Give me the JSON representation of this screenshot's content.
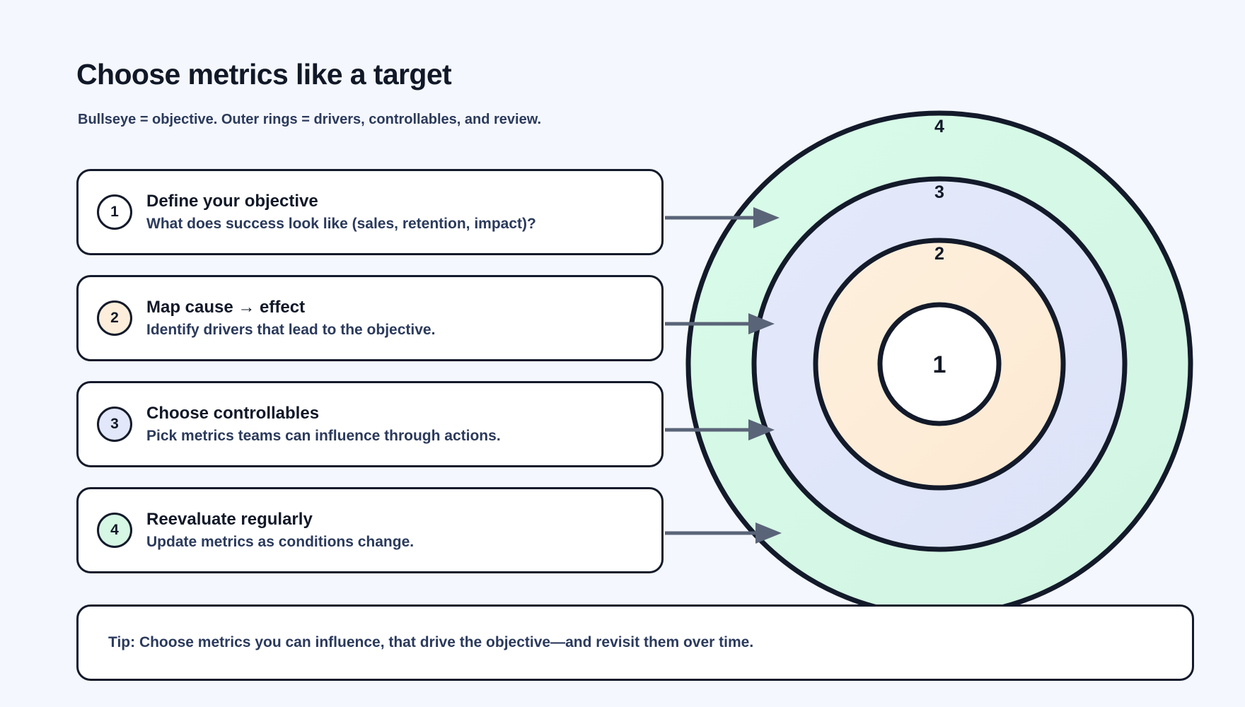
{
  "header": {
    "title": "Choose metrics like a target",
    "subtitle": "Bullseye = objective. Outer rings = drivers, controllables, and review."
  },
  "steps": [
    {
      "number": "1",
      "title": "Define your objective",
      "desc": "What does success look like (sales, retention, impact)?",
      "badge_color": "#ffffff"
    },
    {
      "number": "2",
      "title": "Map cause → effect",
      "desc": "Identify drivers that lead to the objective.",
      "badge_color": "#fdeedb"
    },
    {
      "number": "3",
      "title": "Choose controllables",
      "desc": "Pick metrics teams can influence through actions.",
      "badge_color": "#e3e7fa"
    },
    {
      "number": "4",
      "title": "Reevaluate regularly",
      "desc": "Update metrics as conditions change.",
      "badge_color": "#d6f7e4"
    }
  ],
  "bullseye": {
    "rings": [
      {
        "label": "4",
        "fill": "#d7f8e6",
        "name": "outer-ring-review"
      },
      {
        "label": "3",
        "fill": "#e2e7fa",
        "name": "ring-controllables"
      },
      {
        "label": "2",
        "fill": "#fdeeda",
        "name": "ring-drivers"
      },
      {
        "label": "1",
        "fill": "#ffffff",
        "name": "bullseye-center-objective"
      }
    ]
  },
  "tip": {
    "text": "Tip: Choose metrics you can influence, that drive the objective—and revisit them over time."
  },
  "colors": {
    "background": "#f4f7fd",
    "stroke": "#131a2a",
    "text_primary": "#111827",
    "text_secondary": "#2b3a5c",
    "connector": "#5a6478"
  }
}
